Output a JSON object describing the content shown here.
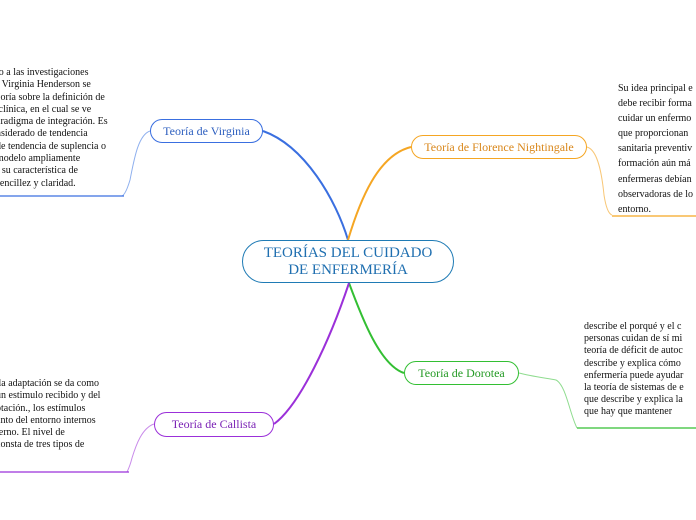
{
  "central": {
    "line1": "TEORÍAS DEL CUIDADO",
    "line2": "DE ENFERMERÍA"
  },
  "branches": {
    "virginia": {
      "label": "Teoría de Virginia",
      "color": "#3a6fe0",
      "note": [
        "to a las investigaciones",
        "r Virginia Henderson se",
        "eoría sobre la definición de",
        " clínica, en el cual se ve",
        "aradigma de integración. Es",
        "nsiderado de tendencia",
        "de tendencia de suplencia o",
        "modelo ampliamente",
        "r su característica de",
        "sencillez y claridad."
      ]
    },
    "florence": {
      "label": "Teoría de Florence Nightingale",
      "color": "#f5a623",
      "note": [
        "Su idea principal e",
        "debe recibir forma",
        "cuidar un enfermo",
        "que proporcionan",
        "sanitaria preventiv",
        "formación aún má",
        "enfermeras debían",
        "observadoras de lo",
        "entorno."
      ]
    },
    "dorotea": {
      "label": "Teoría de Dorotea",
      "color": "#33bf33",
      "note": [
        "describe el porqué y el c",
        "personas cuidan de sí mi",
        "teoría de déficit de autoc",
        "describe y explica cómo",
        "enfermería puede ayudar",
        "la teoría de sistemas de e",
        "que describe y explica la",
        "que hay que mantener"
      ]
    },
    "callista": {
      "label": "Teoría de Callista",
      "color": "#9b30d9",
      "note": [
        " la adaptación se da como",
        "un estimulo recibido y del",
        "ptación., los estímulos",
        "anto del entorno internos",
        "terno. El nivel de",
        "consta de tres tipos de"
      ]
    }
  }
}
